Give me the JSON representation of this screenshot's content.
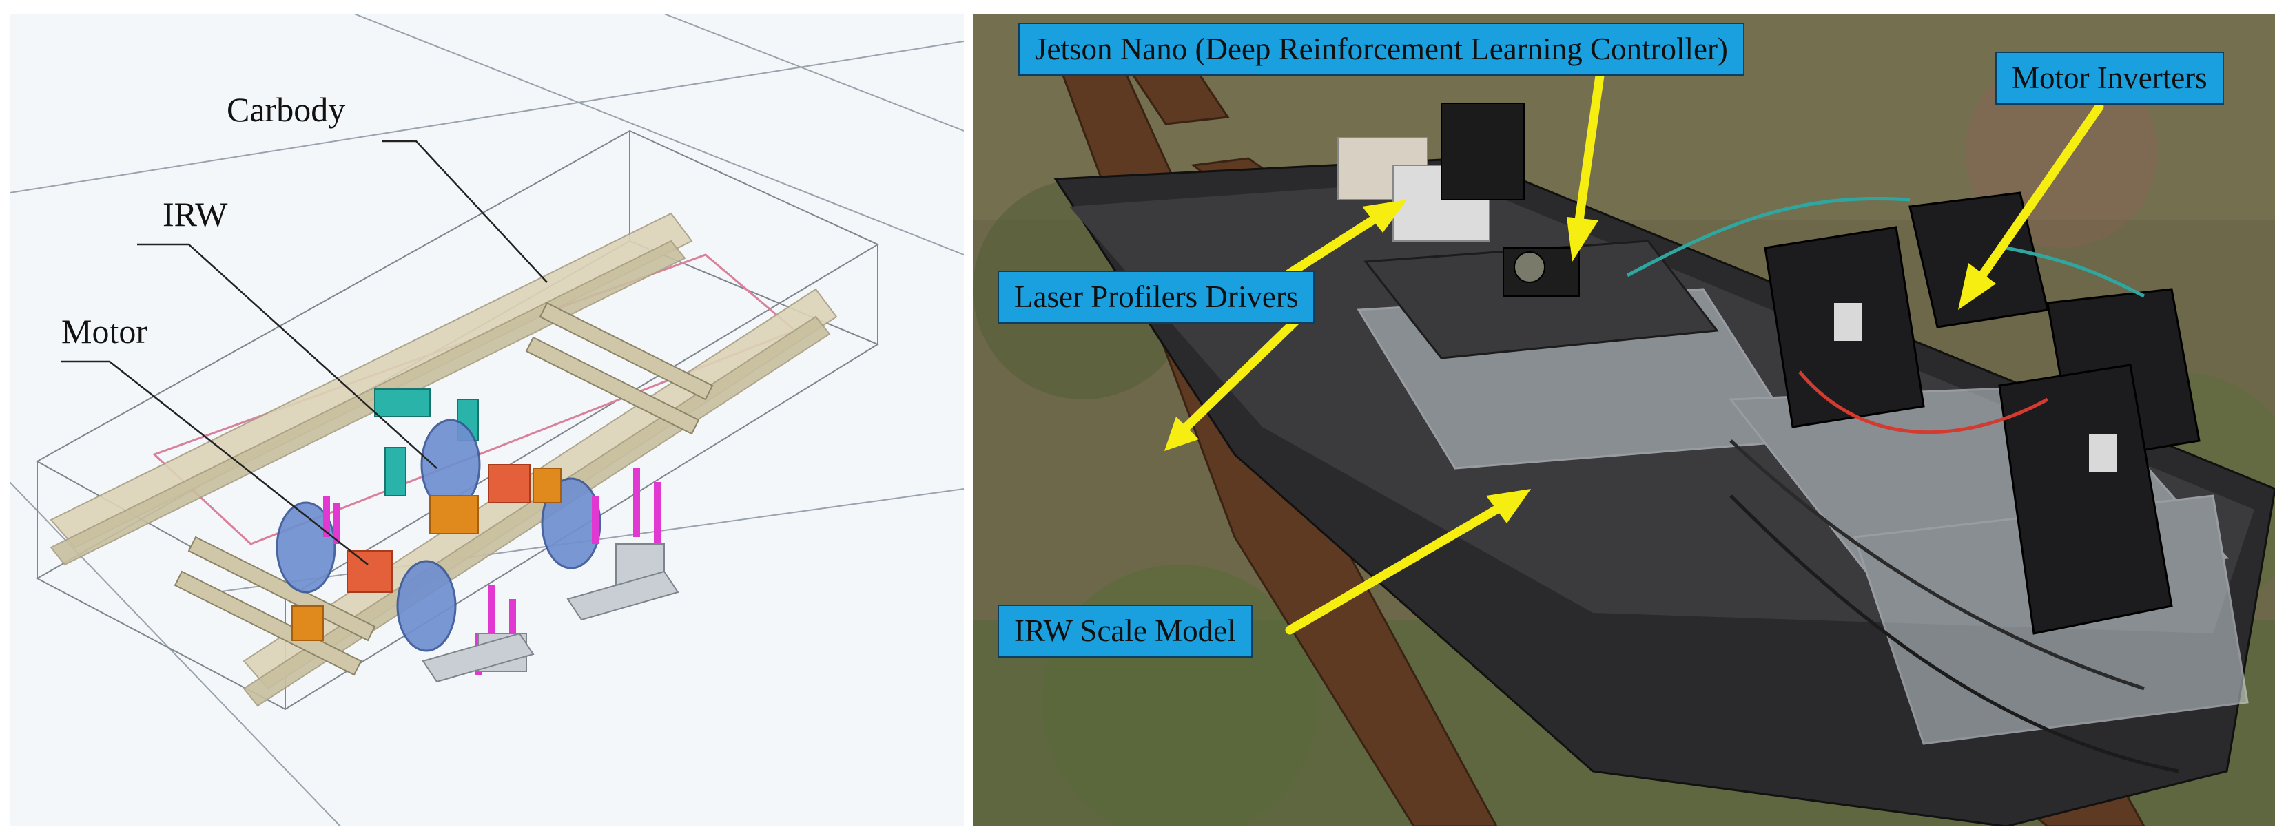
{
  "left_panel": {
    "labels": {
      "carbody": "Carbody",
      "irw": "IRW",
      "motor": "Motor"
    },
    "colors": {
      "rail_beam": "#d8cfb0",
      "wheel": "#6f8fd0",
      "motor": "#e4603a",
      "bracket": "#e038d0",
      "mount_block": "#e08a1e",
      "teal_part": "#2ab3a8"
    }
  },
  "right_panel": {
    "callouts": {
      "jetson": "Jetson Nano (Deep Reinforcement Learning Controller)",
      "motor_inverters": "Motor Inverters",
      "laser_drivers": "Laser Profilers Drivers",
      "irw_scale_model": "IRW Scale Model"
    },
    "colors": {
      "callout_fill": "#1aa0de",
      "arrow": "#f5ee10"
    }
  }
}
